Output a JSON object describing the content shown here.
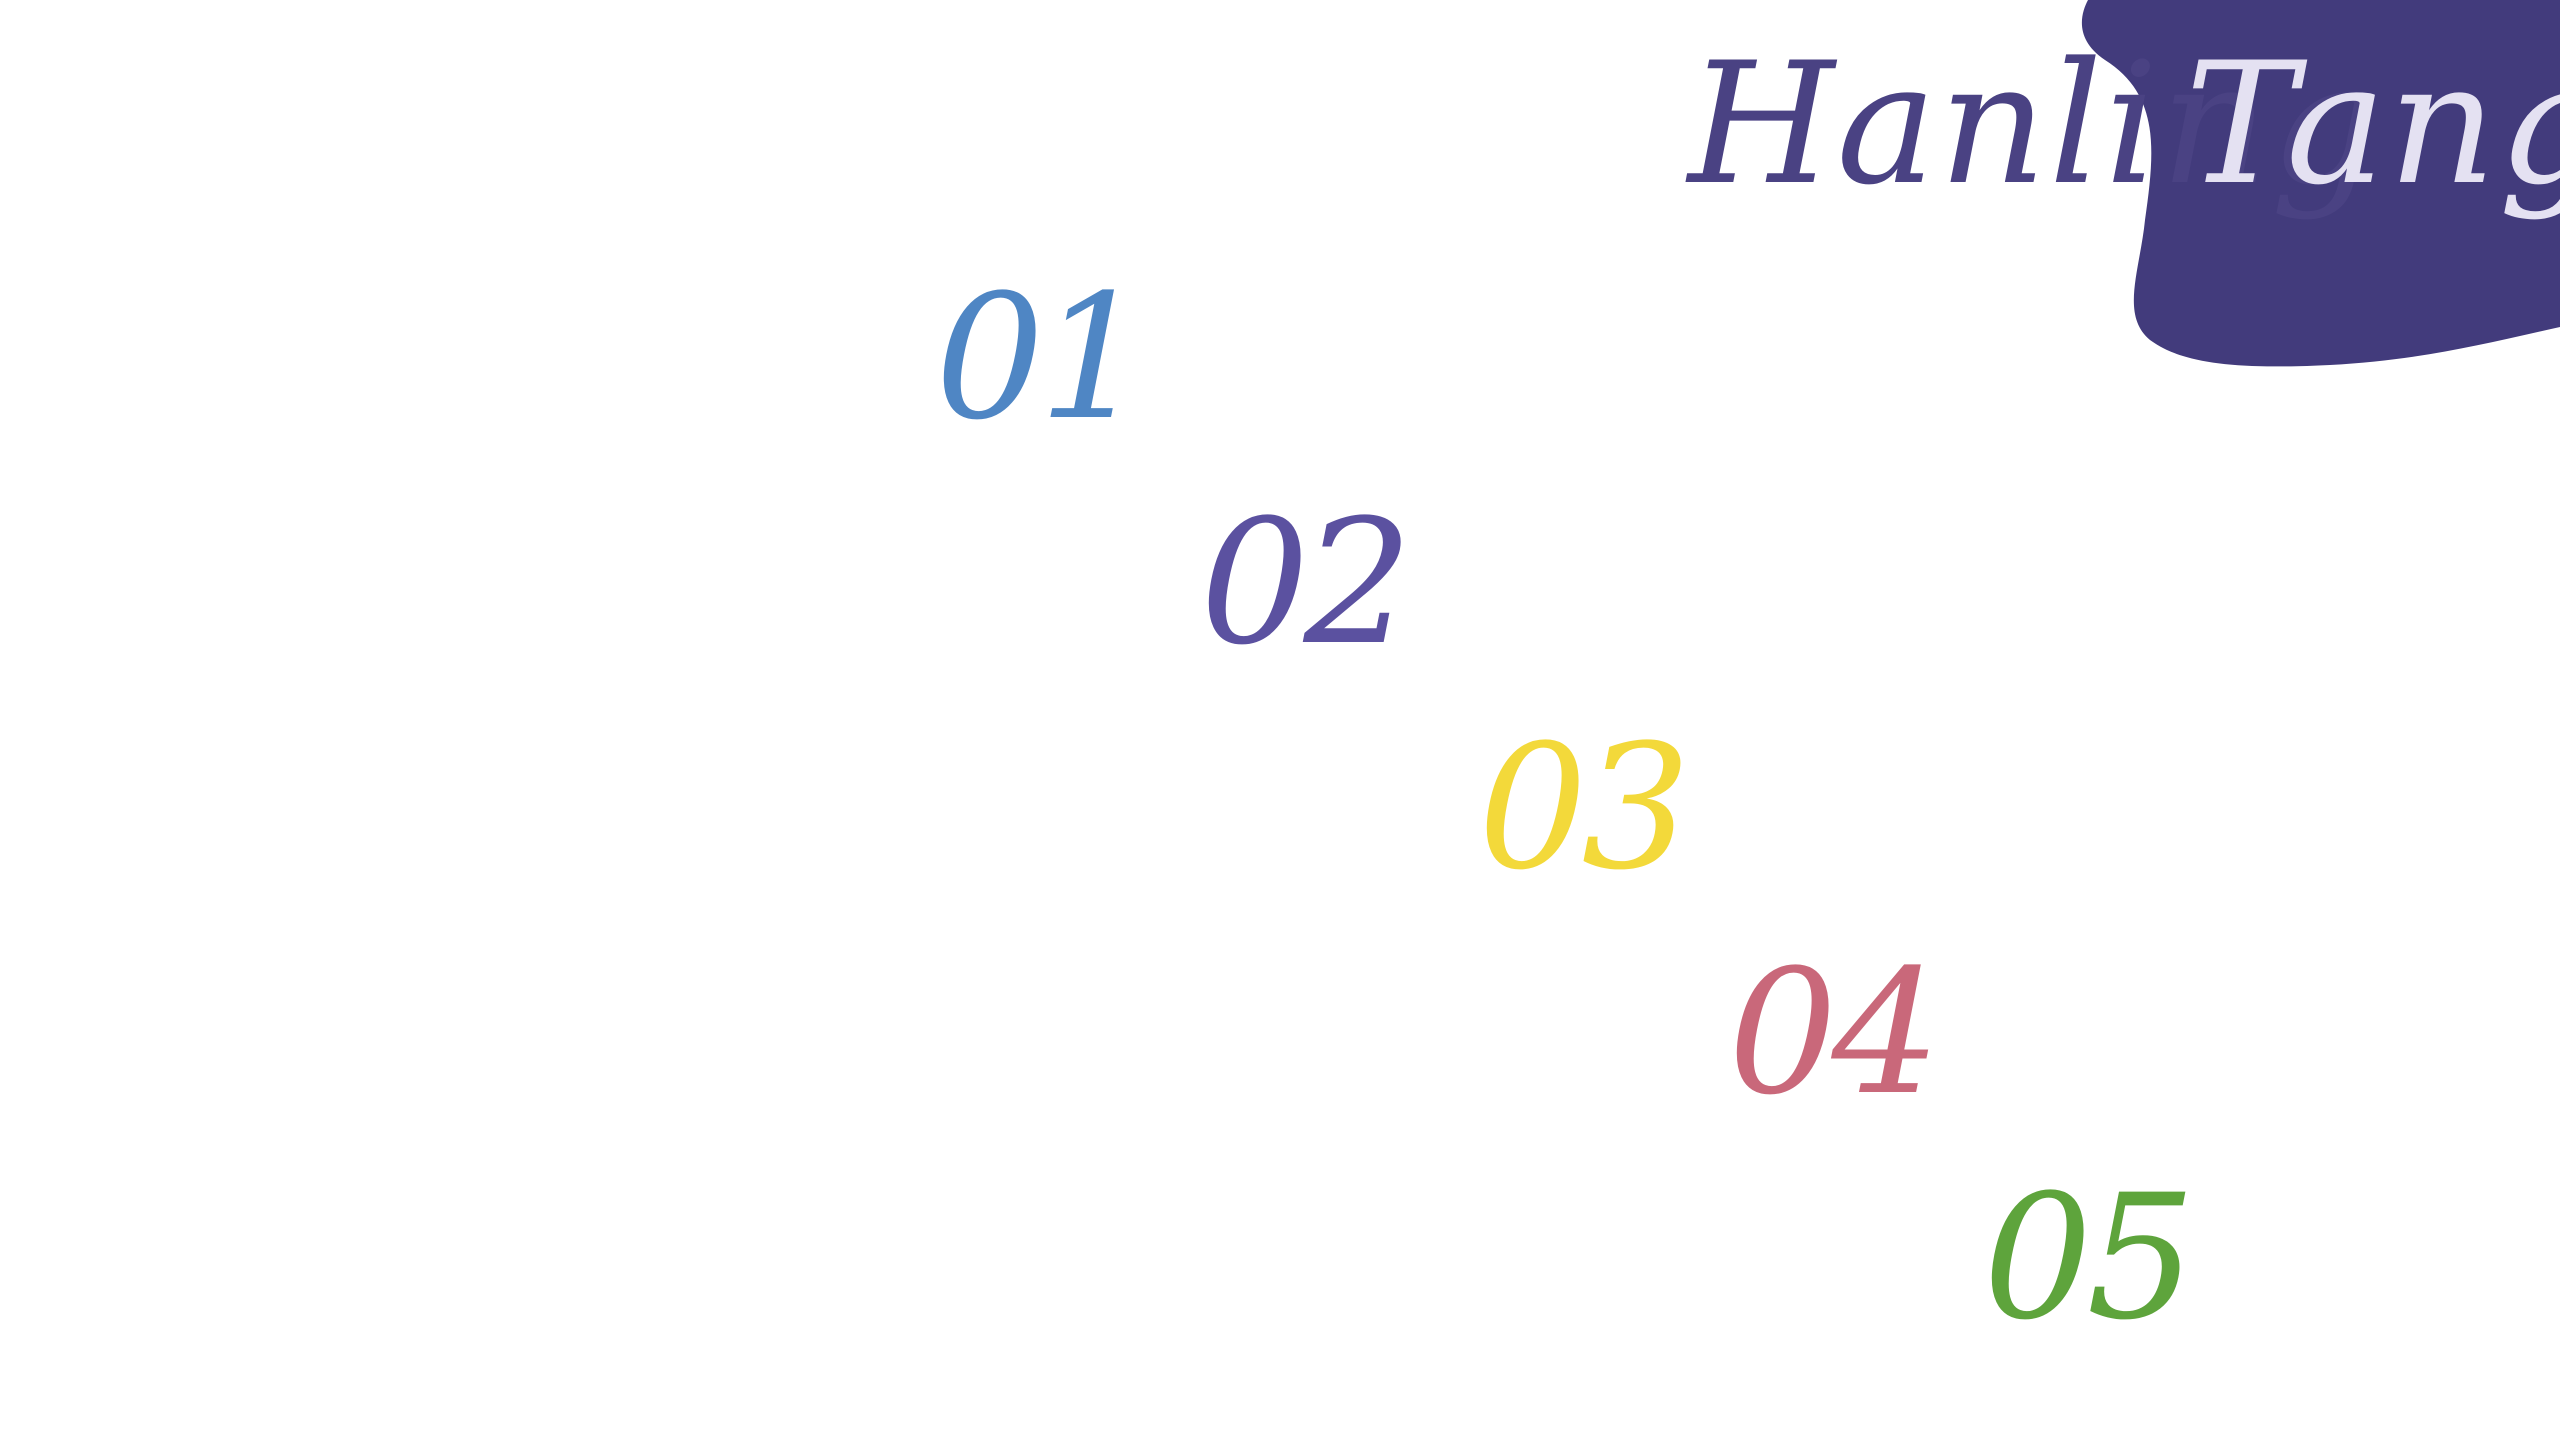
{
  "header": {
    "name_first": "Hanling",
    "name_last": "Tang"
  },
  "steps": [
    "01",
    "02",
    "03",
    "04",
    "05"
  ],
  "colors": {
    "background": "#ffffff",
    "blob": "#423b7c",
    "name_on_white": "#4a4283",
    "name_on_blob": "#e4e1f2",
    "step_01": "#4f86c4",
    "step_02": "#5b51a0",
    "step_03": "#f3d93a",
    "step_04": "#c9687a",
    "step_05": "#5ea43c"
  }
}
